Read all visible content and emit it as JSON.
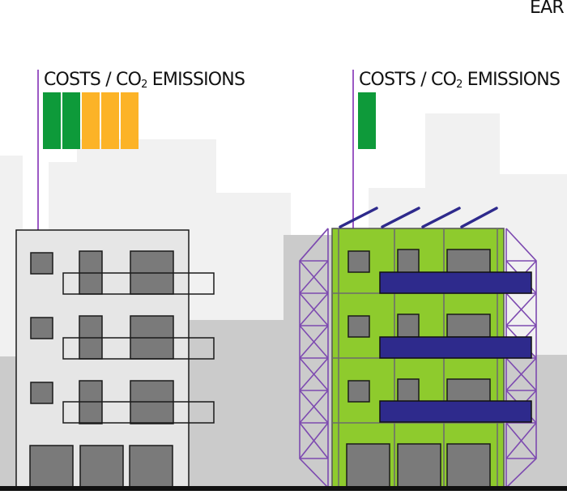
{
  "corner_label": "EAR",
  "panels": [
    {
      "name": "conventional",
      "label_pre": "COSTS / CO",
      "label_sub": "2",
      "label_post": " EMISSIONS",
      "bars": [
        "green",
        "green",
        "orange",
        "orange",
        "orange"
      ]
    },
    {
      "name": "sustainable",
      "label_pre": "COSTS / CO",
      "label_sub": "2",
      "label_post": " EMISSIONS",
      "bars": [
        "green"
      ]
    }
  ],
  "colors": {
    "bar_green": "#0e9a3a",
    "bar_orange": "#fcb327",
    "pole": "#9b59c4",
    "scaffold": "#7d4ab0",
    "facade_green": "#8ecb2d",
    "balcony": "#2e2a8c",
    "solar": "#2e2a8c",
    "building_light": "#e6e6e6",
    "window": "#7a7a7a",
    "sky_building": "#f1f1f1",
    "ground_building": "#cbcbcb",
    "ground_line": "#111111"
  },
  "icons": {
    "solar_panel": "solar-panel-icon",
    "scaffold": "scaffold-icon"
  }
}
